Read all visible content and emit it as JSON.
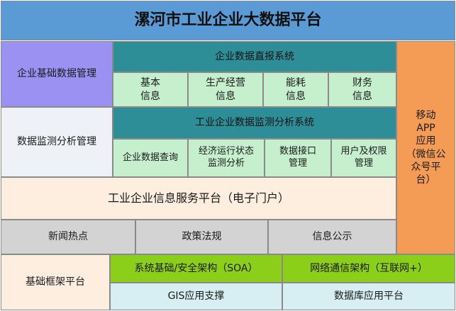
{
  "title": "漯河市工业企业大数据平台",
  "left": {
    "enterprise_mgmt": "企业基础数据管理",
    "monitor_mgmt": "数据监测分析管理",
    "base_framework": "基础框架平台"
  },
  "direct_system": {
    "title": "企业数据直报系统",
    "items": [
      "基本\n信息",
      "生产经营\n信息",
      "能耗\n信息",
      "财务\n信息"
    ]
  },
  "monitor_system": {
    "title": "工业企业数据监测分析系统",
    "items": [
      "企业数据查询",
      "经济运行状态\n监测分析",
      "数据接口\n管理",
      "用户及权限\n管理"
    ]
  },
  "portal": "工业企业信息服务平台（电子门户）",
  "info_tabs": [
    "新闻热点",
    "政策法规",
    "信息公示"
  ],
  "mobile_app": "移动\nAPP\n应用\n（微信公\n众号平\n台）",
  "framework": {
    "soa": "系统基础/安全架构（SOA）",
    "network": "网络通信架构（互联网+）",
    "gis": "GIS应用支撑",
    "db": "数据库应用平台"
  },
  "colors": {
    "title_bg": "#5b9bd5",
    "purple": "#9b91f3",
    "teal": "#2e8e98",
    "light_green": "#c6efce",
    "light_gray_blue": "#eef1f6",
    "peach": "#fdeee0",
    "gray": "#d3d3d3",
    "orange": "#f49c55",
    "green": "#8ccf1a",
    "light_cyan": "#d7eef3"
  }
}
